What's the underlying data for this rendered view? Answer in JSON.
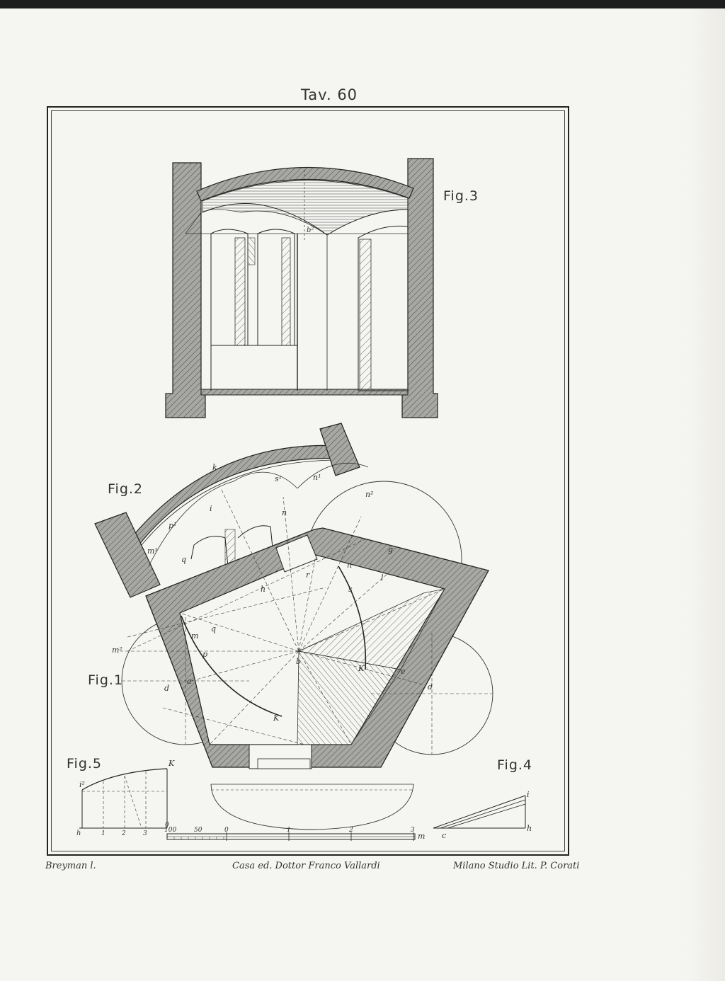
{
  "plate": {
    "title": "Tav. 60"
  },
  "figures": {
    "fig1": "Fig.1",
    "fig2": "Fig.2",
    "fig3": "Fig.3",
    "fig4": "Fig.4",
    "fig5": "Fig.5"
  },
  "point_labels": {
    "a": "a",
    "b": "b",
    "d": "d",
    "e": "e",
    "g": "g",
    "h": "h",
    "i": "i",
    "k": "k",
    "l": "l",
    "m": "m",
    "n": "n",
    "p": "p",
    "q": "q",
    "r": "r",
    "s": "s",
    "K": "K",
    "b2": "b²",
    "m2": "m²",
    "n1": "n¹",
    "n2": "n²",
    "s1": "s¹",
    "p1": "p¹",
    "m1": "m¹",
    "i2": "i²",
    "c": "c"
  },
  "scale_labels": {
    "one": "1",
    "two": "2",
    "three": "3",
    "fifty": "50",
    "zero": "0",
    "hundred": "100",
    "m": "m",
    "fig5_zero": "0",
    "fig5_one": "1",
    "fig5_two": "2",
    "fig5_three": "3"
  },
  "footer": {
    "left": "Breyman l.",
    "center": "Casa ed. Dottor Franco Vallardi",
    "right": "Milano Studio Lit. P. Corati"
  },
  "colors": {
    "wall_fill": "#a7a7a3",
    "ink": "#222222",
    "paper": "#f5f5f2"
  }
}
